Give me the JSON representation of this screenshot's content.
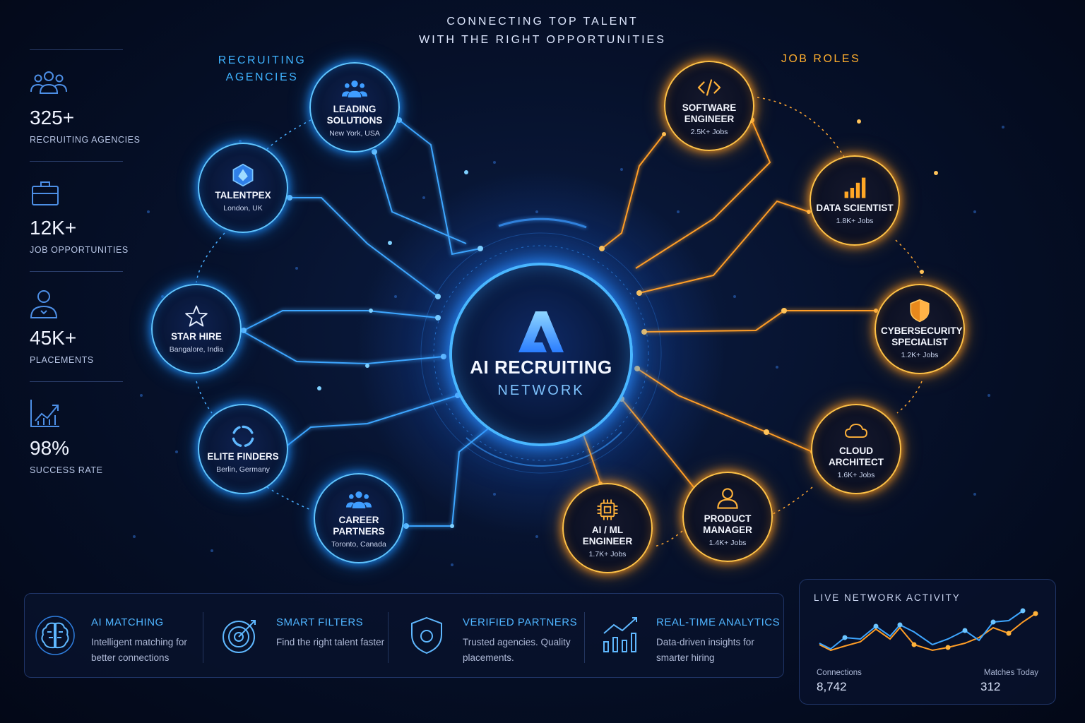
{
  "headline": [
    "CONNECTING TOP TALENT",
    "WITH THE RIGHT OPPORTUNITIES"
  ],
  "colors": {
    "blue": "#3fb3ff",
    "orange": "#ffae2e",
    "background": "#06112b"
  },
  "agencies_title": [
    "RECRUITING",
    "AGENCIES"
  ],
  "roles_title": "JOB ROLES",
  "stats": [
    {
      "icon": "team-icon",
      "value": "325+",
      "label": "RECRUITING AGENCIES"
    },
    {
      "icon": "briefcase-icon",
      "value": "12K+",
      "label": "JOB OPPORTUNITIES"
    },
    {
      "icon": "person-icon",
      "value": "45K+",
      "label": "PLACEMENTS"
    },
    {
      "icon": "growth-chart-icon",
      "value": "98%",
      "label": "SUCCESS RATE"
    }
  ],
  "hub": {
    "title": "AI RECRUITING",
    "subtitle": "NETWORK",
    "icon": "logo-a-icon"
  },
  "agencies": [
    {
      "icon": "team-icon",
      "name": "LEADING SOLUTIONS",
      "location": "New York, USA"
    },
    {
      "icon": "hexagon-icon",
      "name": "TALENTPEX",
      "location": "London, UK"
    },
    {
      "icon": "star-icon",
      "name": "STAR HIRE",
      "location": "Bangalore, India"
    },
    {
      "icon": "circle-arrows-icon",
      "name": "ELITE FINDERS",
      "location": "Berlin, Germany"
    },
    {
      "icon": "team-icon",
      "name": "CAREER PARTNERS",
      "location": "Toronto, Canada"
    }
  ],
  "roles": [
    {
      "icon": "code-icon",
      "name": "SOFTWARE ENGINEER",
      "jobs": "2.5K+ Jobs"
    },
    {
      "icon": "bar-chart-icon",
      "name": "DATA SCIENTIST",
      "jobs": "1.8K+ Jobs"
    },
    {
      "icon": "shield-icon",
      "name": "CYBERSECURITY SPECIALIST",
      "jobs": "1.2K+ Jobs"
    },
    {
      "icon": "cloud-icon",
      "name": "CLOUD ARCHITECT",
      "jobs": "1.6K+ Jobs"
    },
    {
      "icon": "person-icon",
      "name": "PRODUCT MANAGER",
      "jobs": "1.4K+ Jobs"
    },
    {
      "icon": "chip-icon",
      "name": "AI / ML ENGINEER",
      "jobs": "1.7K+ Jobs"
    }
  ],
  "features": [
    {
      "icon": "brain-icon",
      "title": "AI MATCHING",
      "desc": "Intelligent matching for better connections"
    },
    {
      "icon": "target-icon",
      "title": "SMART FILTERS",
      "desc": "Find the right talent faster"
    },
    {
      "icon": "shield-icon",
      "title": "VERIFIED PARTNERS",
      "desc": "Trusted agencies. Quality placements."
    },
    {
      "icon": "analytics-icon",
      "title": "REAL-TIME ANALYTICS",
      "desc": "Data-driven insights for smarter hiring"
    }
  ],
  "activity": {
    "title": "LIVE NETWORK ACTIVITY",
    "connections_label": "Connections",
    "connections_value": "8,742",
    "matches_label": "Matches Today",
    "matches_value": "312"
  }
}
